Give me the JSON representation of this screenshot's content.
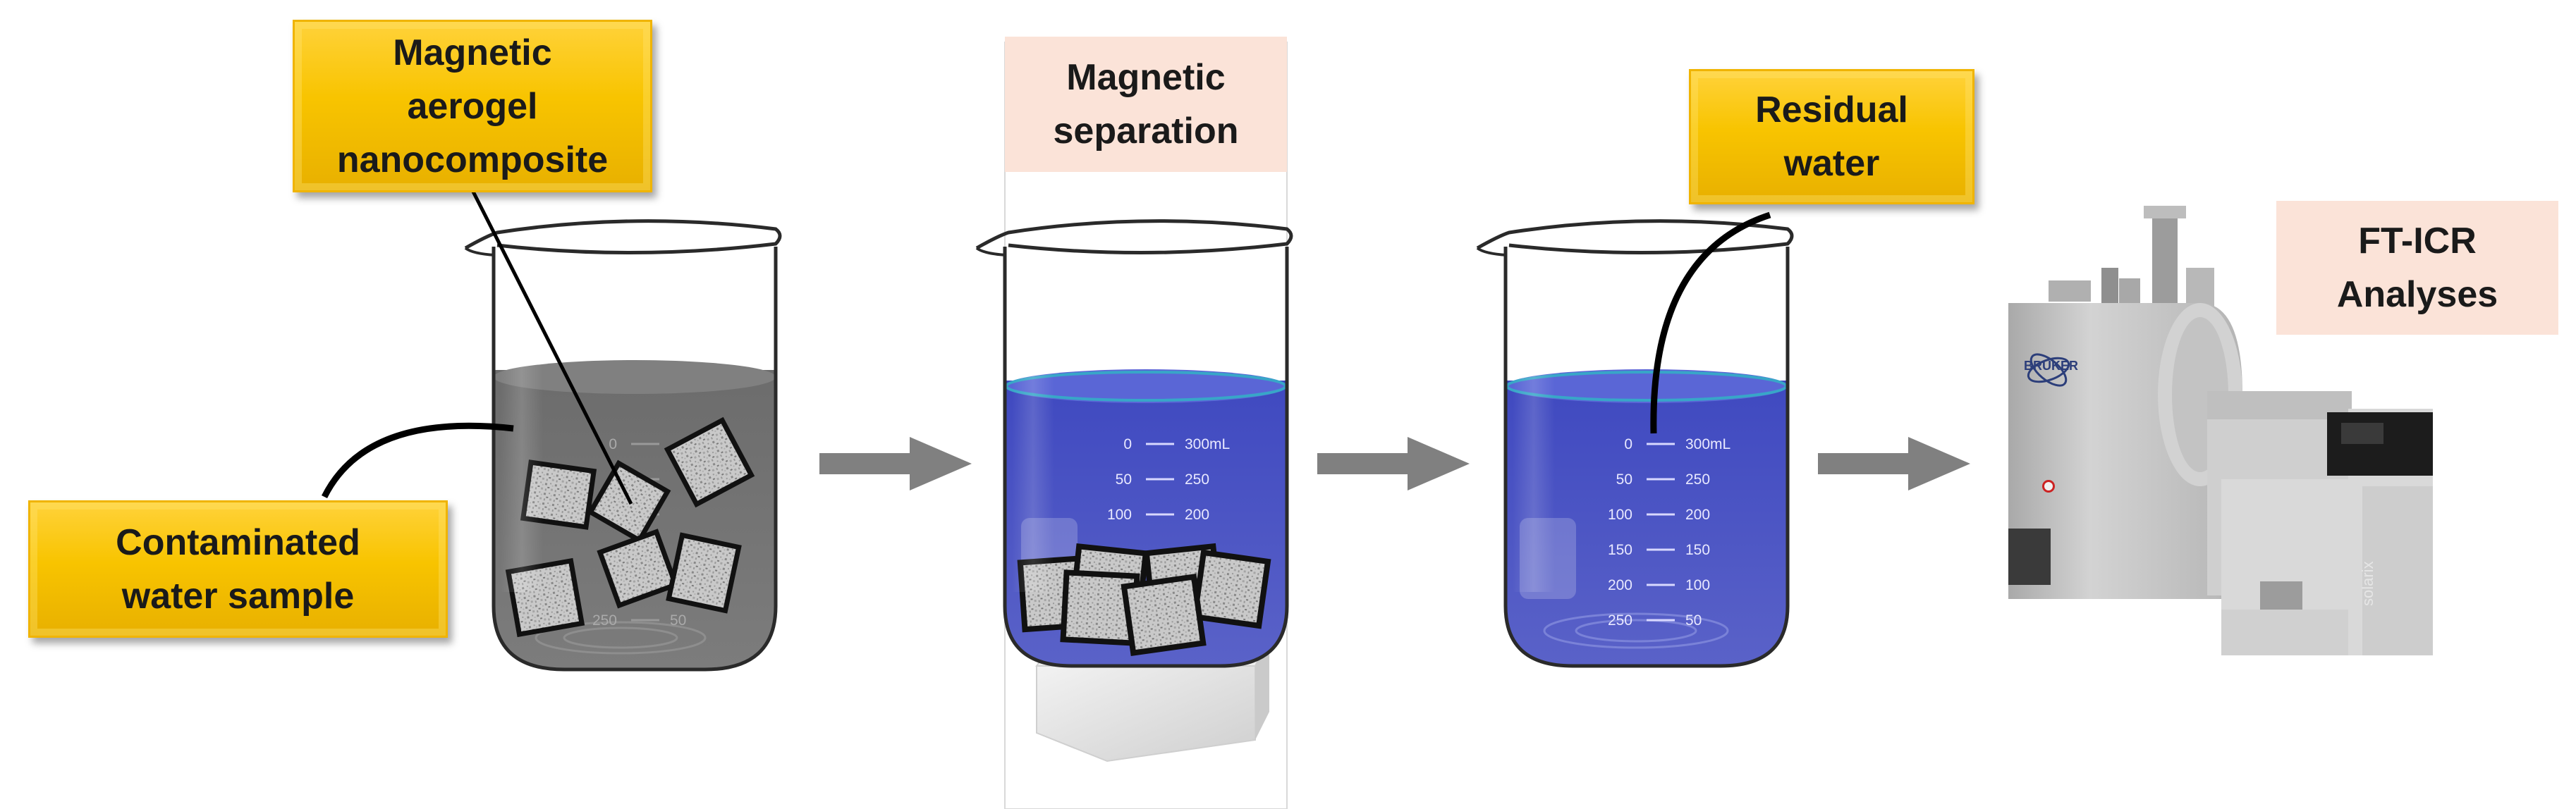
{
  "labels": {
    "aerogel": "Magnetic\naerogel\nnanocomposite",
    "separation": "Magnetic\nseparation",
    "residual": "Residual\nwater",
    "ftic": "FT-ICR\nAnalyses",
    "contaminated": "Contaminated\nwater sample"
  },
  "beaker_scale": {
    "left_ticks": [
      "0",
      "50",
      "100",
      "150",
      "200",
      "250"
    ],
    "right_ticks": [
      "300mL",
      "250",
      "200",
      "150",
      "100",
      "50"
    ]
  },
  "instrument": {
    "brand": "BRUKER",
    "side_text": "solarix"
  },
  "colors": {
    "label_gold": "#f8c400",
    "label_pink": "#fbe3d8",
    "contaminated_water": "#6f6f6f",
    "clean_water": "#4a55c4",
    "arrow": "#808080",
    "instrument": "#c8c8c8"
  },
  "icons": [
    "beaker-icon",
    "aerogel-cube-icon",
    "magnet-block-icon",
    "ft-icr-instrument-icon",
    "process-arrow-icon"
  ]
}
